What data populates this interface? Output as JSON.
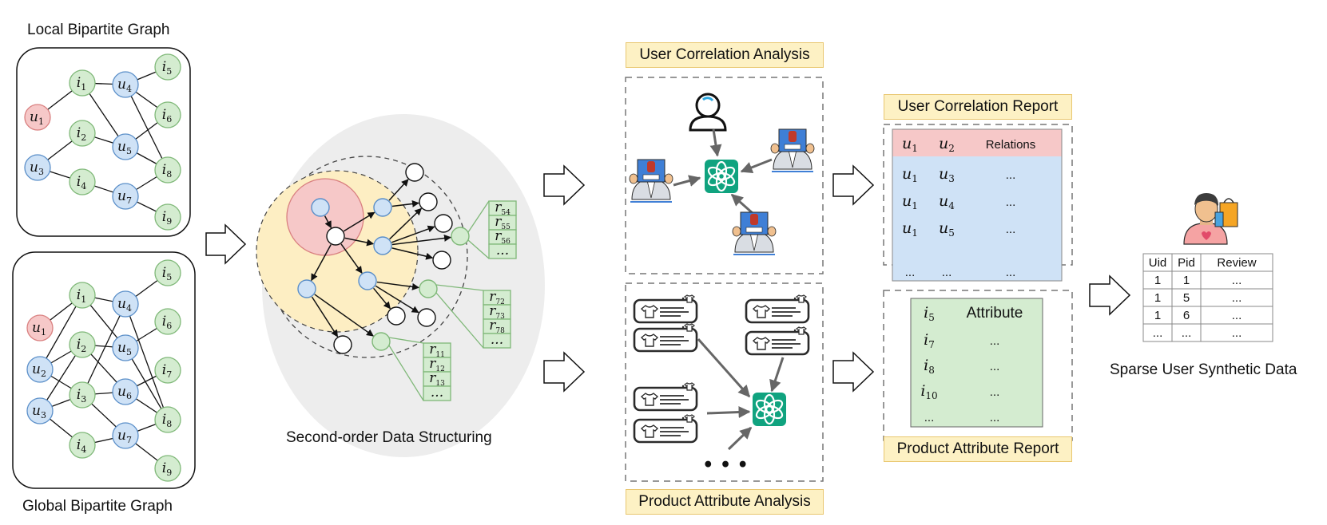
{
  "labels": {
    "local_graph": "Local Bipartite Graph",
    "global_graph": "Global Bipartite Graph",
    "second_order": "Second-order Data Structuring",
    "user_corr_analysis": "User Correlation Analysis",
    "product_attr_analysis": "Product Attribute Analysis",
    "user_corr_report": "User Correlation Report",
    "product_attr_report": "Product Attribute Report",
    "sparse_user": "Sparse User Synthetic Data"
  },
  "local_graph": {
    "users": [
      "u1",
      "u3",
      "u4",
      "u5",
      "u7"
    ],
    "items": [
      "i1",
      "i2",
      "i4",
      "i5",
      "i6",
      "i8",
      "i9"
    ]
  },
  "global_graph": {
    "users": [
      "u1",
      "u2",
      "u3",
      "u4",
      "u5",
      "u6",
      "u7"
    ],
    "items": [
      "i1",
      "i2",
      "i3",
      "i4",
      "i5",
      "i6",
      "i7",
      "i8",
      "i9"
    ]
  },
  "review_stacks": [
    [
      "r54",
      "r55",
      "r56",
      "..."
    ],
    [
      "r72",
      "r73",
      "r78",
      "..."
    ],
    [
      "r11",
      "r12",
      "r13",
      "..."
    ]
  ],
  "user_corr_report": {
    "header": [
      "u1",
      "u2",
      "Relations"
    ],
    "rows": [
      [
        "u1",
        "u3",
        "..."
      ],
      [
        "u1",
        "u4",
        "..."
      ],
      [
        "u1",
        "u5",
        "..."
      ],
      [
        "...",
        "...",
        "..."
      ]
    ]
  },
  "product_attr_report": {
    "header": [
      "i5",
      "Attribute"
    ],
    "rows": [
      [
        "i7",
        "..."
      ],
      [
        "i8",
        "..."
      ],
      [
        "i10",
        "..."
      ],
      [
        "...",
        "..."
      ]
    ]
  },
  "synthetic_table": {
    "header": [
      "Uid",
      "Pid",
      "Review"
    ],
    "rows": [
      [
        "1",
        "1",
        "..."
      ],
      [
        "1",
        "5",
        "..."
      ],
      [
        "1",
        "6",
        "..."
      ],
      [
        "...",
        "...",
        "..."
      ]
    ]
  },
  "ellipsis": "• • •",
  "colors": {
    "user_node": "#cfe2f6",
    "user_stroke": "#5b8fc9",
    "item_node": "#d4ecd0",
    "item_stroke": "#7fb878",
    "target_user": "#f6c8c8",
    "target_stroke": "#d98080",
    "label_box": "#fdf1c4",
    "chatgpt": "#10a37f"
  }
}
